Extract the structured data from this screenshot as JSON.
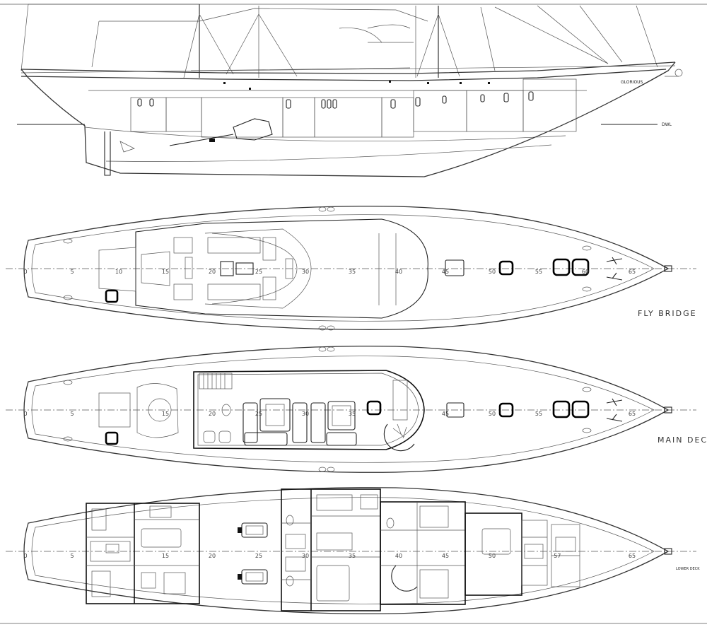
{
  "vessel_name": "GLORIOUS",
  "waterline_label": "DWL",
  "decks": {
    "fly_bridge": {
      "title": "FLY BRIDGE"
    },
    "main_deck": {
      "title": "MAIN DECK"
    },
    "lower_deck": {
      "title": "LOWER DECK"
    }
  },
  "frame_labels": {
    "fly_bridge": [
      "0",
      "5",
      "10",
      "15",
      "20",
      "25",
      "30",
      "35",
      "40",
      "45",
      "50",
      "55",
      "60",
      "65"
    ],
    "main_deck": [
      "0",
      "5",
      "15",
      "20",
      "25",
      "30",
      "35",
      "45",
      "50",
      "55",
      "65"
    ],
    "lower_deck": [
      "0",
      "5",
      "15",
      "20",
      "25",
      "30",
      "35",
      "40",
      "45",
      "50",
      "57",
      "65"
    ]
  },
  "colors": {
    "line": "#222222",
    "background": "#ffffff"
  }
}
